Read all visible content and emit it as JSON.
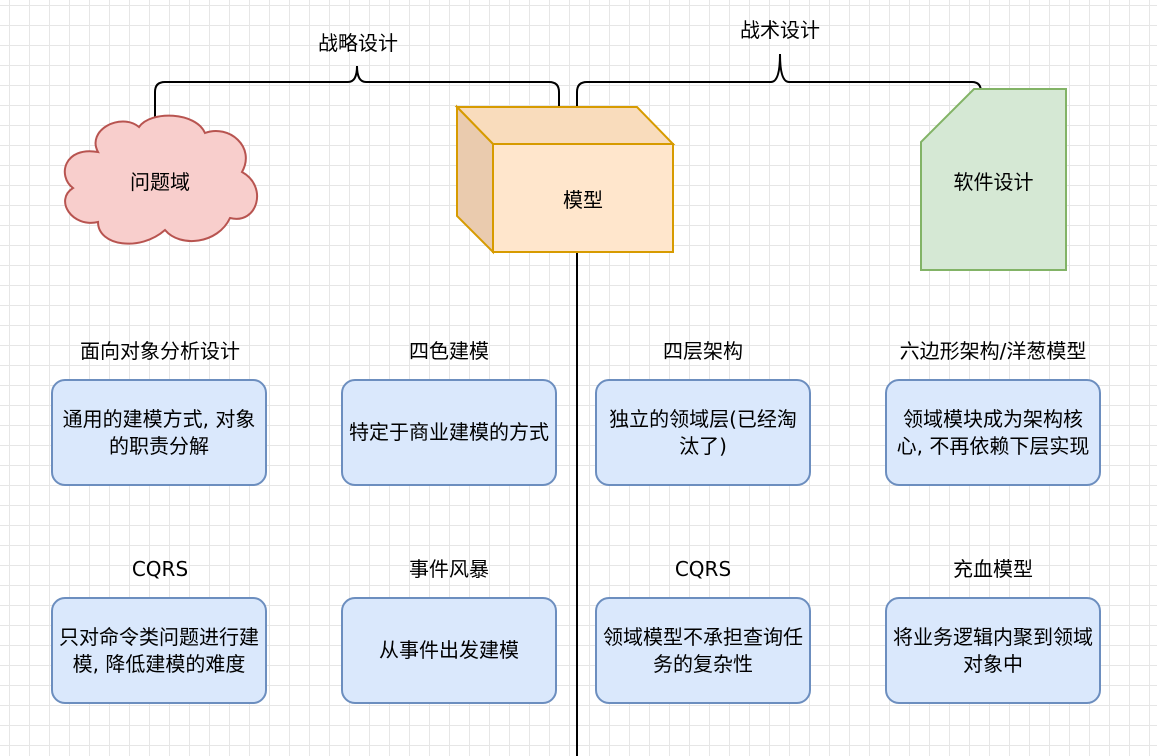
{
  "top": {
    "strategic_label": "战略设计",
    "tactical_label": "战术设计",
    "problem_domain_label": "问题域",
    "model_label": "模型",
    "software_design_label": "软件设计"
  },
  "columns": [
    {
      "row1_title": "面向对象分析设计",
      "row1_desc": "通用的建模方式, 对象的职责分解",
      "row2_title": "CQRS",
      "row2_desc": "只对命令类问题进行建模, 降低建模的难度"
    },
    {
      "row1_title": "四色建模",
      "row1_desc": "特定于商业建模的方式",
      "row2_title": "事件风暴",
      "row2_desc": "从事件出发建模"
    },
    {
      "row1_title": "四层架构",
      "row1_desc": "独立的领域层(已经淘汰了)",
      "row2_title": "CQRS",
      "row2_desc": "领域模型不承担查询任务的复杂性"
    },
    {
      "row1_title": "六边形架构/洋葱模型",
      "row1_desc": "领域模块成为架构核心, 不再依赖下层实现",
      "row2_title": "充血模型",
      "row2_desc": "将业务逻辑内聚到领域对象中"
    }
  ],
  "colors": {
    "cloud_fill": "#f8cecc",
    "cloud_stroke": "#b85450",
    "cube_fill": "#ffe6cc",
    "cube_stroke": "#d79b00",
    "doc_fill": "#d5e8d4",
    "doc_stroke": "#82b366",
    "card_fill": "#dae8fc",
    "card_stroke": "#6c8ebf"
  }
}
